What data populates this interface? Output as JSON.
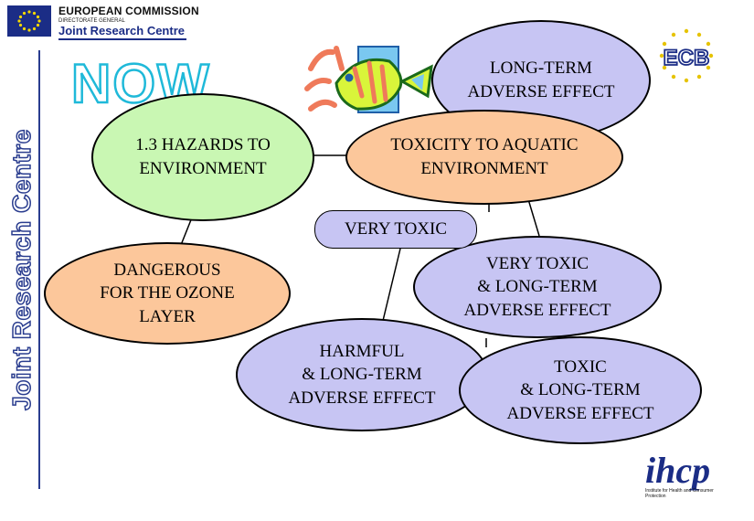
{
  "header": {
    "org": "EUROPEAN COMMISSION",
    "dg": "DIRECTORATE GENERAL",
    "centre": "Joint Research Centre"
  },
  "side_text": "Joint Research Centre",
  "title": "NOW",
  "logos": {
    "ecb": "ECB",
    "ihcp": "ihcp",
    "ihcp_caption": "Institute for Health and Consumer Protection"
  },
  "nodes": {
    "hazards": "1.3 HAZARDS TO\nENVIRONMENT",
    "aquatic": "TOXICITY TO AQUATIC\nENVIRONMENT",
    "long_term": "LONG-TERM\nADVERSE EFFECT",
    "very_toxic": "VERY TOXIC",
    "ozone": "DANGEROUS\nFOR THE OZONE\nLAYER",
    "very_toxic_lt": "VERY TOXIC\n& LONG-TERM\nADVERSE EFFECT",
    "harmful_lt": "HARMFUL\n& LONG-TERM\nADVERSE EFFECT",
    "toxic_lt": "TOXIC\n& LONG-TERM\nADVERSE EFFECT"
  },
  "colors": {
    "green": "#c9f7b3",
    "orange": "#fcc79b",
    "lavender": "#c7c5f3",
    "brand_blue": "#1b2d86",
    "now_outline": "#1fb9d9"
  }
}
